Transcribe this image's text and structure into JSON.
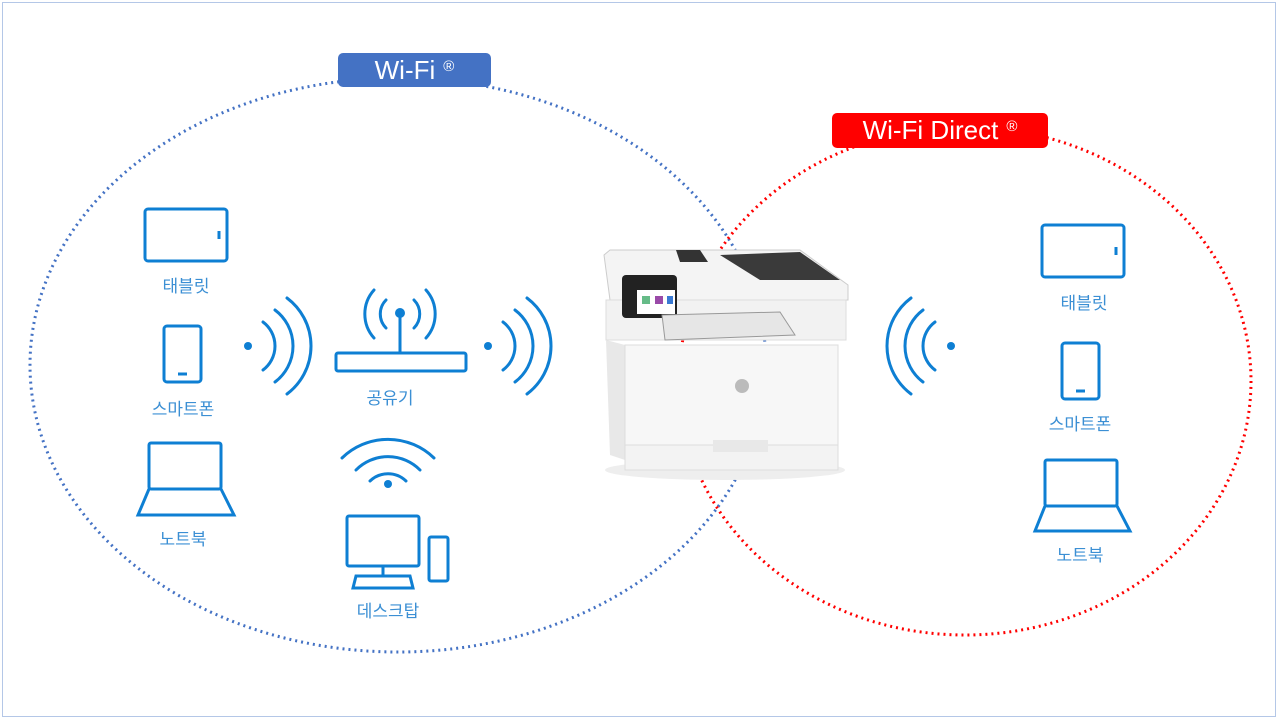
{
  "colors": {
    "wifi": "#4472c4",
    "wifi_direct": "#ff0000",
    "icon": "#0e7fd3",
    "label": "#3b8fd4"
  },
  "wifi": {
    "title": "Wi-Fi",
    "mark": "®"
  },
  "wifi_direct": {
    "title": "Wi-Fi Direct",
    "mark": "®"
  },
  "left_devices": {
    "tablet": "태블릿",
    "smartphone": "스마트폰",
    "laptop": "노트북",
    "router": "공유기",
    "desktop": "데스크탑"
  },
  "right_devices": {
    "tablet": "태블릿",
    "smartphone": "스마트폰",
    "laptop": "노트북"
  }
}
